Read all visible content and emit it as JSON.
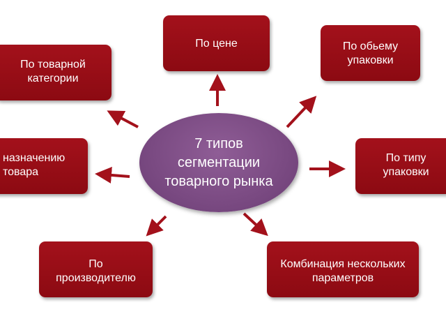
{
  "center": {
    "text": "7 типов\nсегментации\nтоварного рынка"
  },
  "boxes": {
    "price": "По цене",
    "volume": "По обьему\nупаковки",
    "category": "По товарной\nкатегории",
    "purpose": "назначению\nтовара",
    "pack_type": "По типу\nупаковки",
    "producer": "По\nпроизводителю",
    "combo": "Комбинация нескольких\nпараметров"
  },
  "colors": {
    "box": "#9b0e18",
    "center": "#7a4a82",
    "arrow": "#a3111b"
  }
}
